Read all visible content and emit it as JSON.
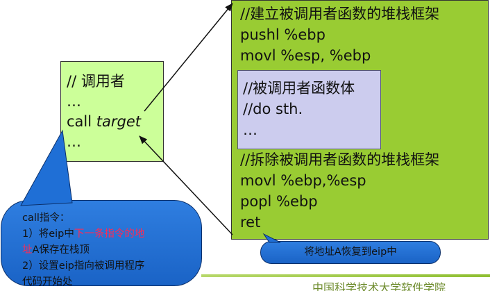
{
  "caller": {
    "lines": [
      "// 调用者",
      "…",
      "call ",
      "…"
    ],
    "call_target": "target"
  },
  "callee": {
    "lines_top": [
      "//建立被调用者函数的堆栈框架",
      "pushl %ebp",
      "movl %esp, %ebp"
    ],
    "body_lines": [
      "//被调用者函数体",
      "//do sth.",
      "…"
    ],
    "lines_bottom": [
      "//拆除被调用者函数的堆栈框架",
      "movl %ebp,%esp",
      "popl %ebp",
      "ret"
    ]
  },
  "callout_call": {
    "title": "call指令：",
    "line1_prefix": "1）将eip中",
    "line1_highlight": "下一条指令的地",
    "line2_highlight": "址",
    "line2_suffix": "A保存在栈顶",
    "line3": "2）设置eip指向被调用程序",
    "line4": "代码开始处"
  },
  "callout_ret": {
    "text": "将地址A恢复到eip中"
  },
  "footer": {
    "text": "中国科学技术大学软件学院"
  },
  "colors": {
    "caller_bg": "#ccff99",
    "callee_bg": "#99cc33",
    "body_bg": "#ccccee",
    "callout_bg": "#1f6fd6",
    "highlight": "#ff2a55"
  }
}
